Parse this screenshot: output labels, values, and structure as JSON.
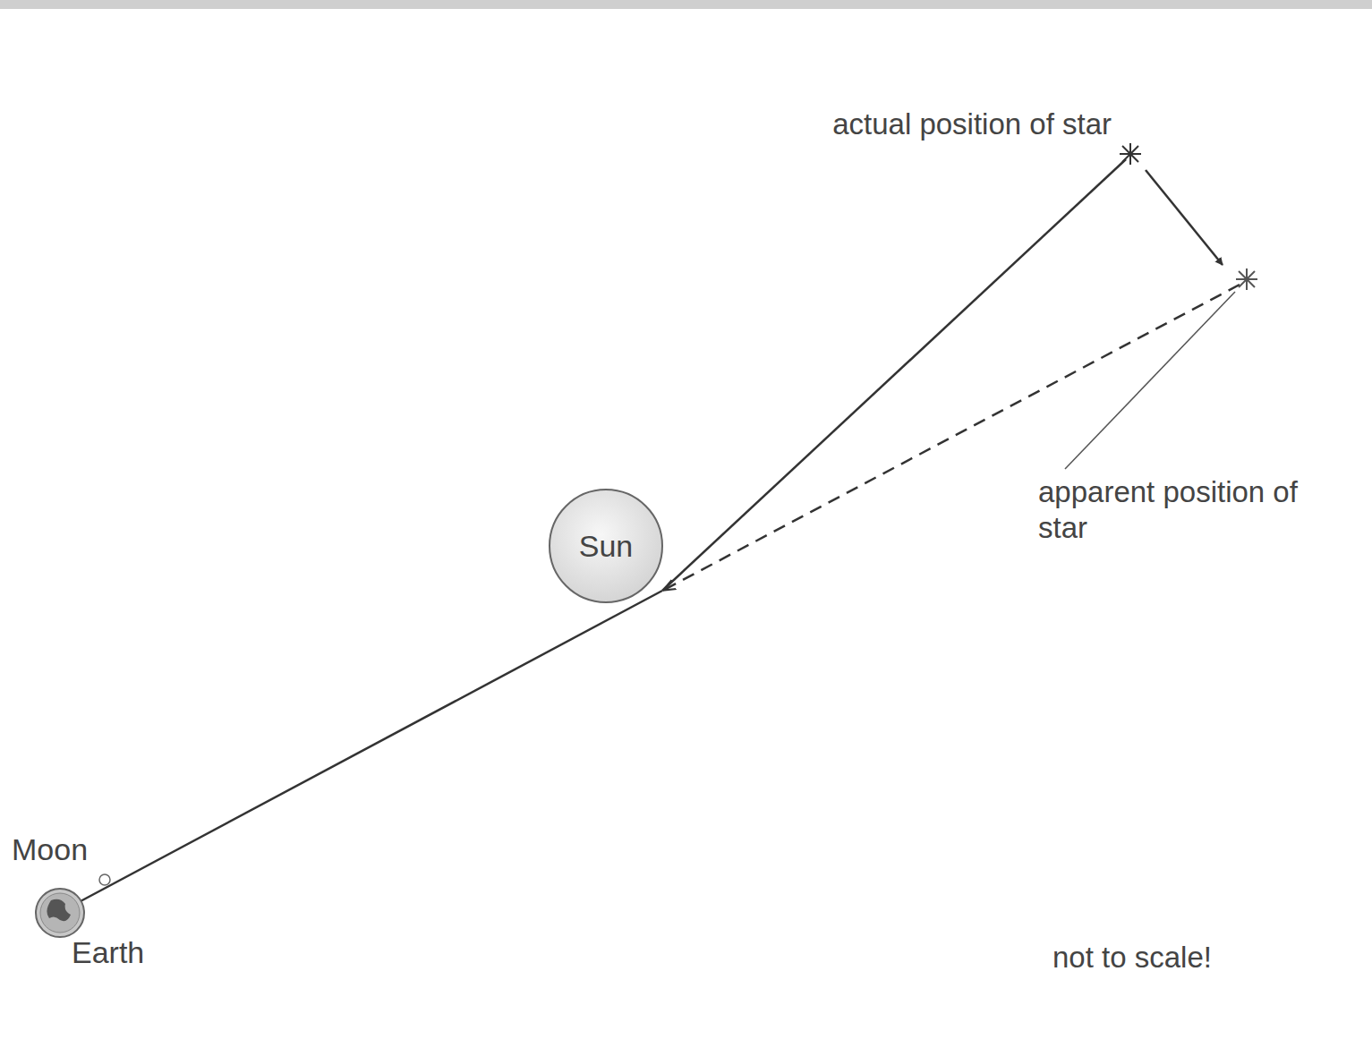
{
  "diagram": {
    "nodes": [
      {
        "text": [
          "Sun"
        ]
      },
      {
        "text": [
          "Moon"
        ]
      },
      {
        "text": [
          "Earth"
        ]
      }
    ],
    "labels": [
      "actual position of star",
      "apparent position of star",
      "not to scale!"
    ]
  }
}
